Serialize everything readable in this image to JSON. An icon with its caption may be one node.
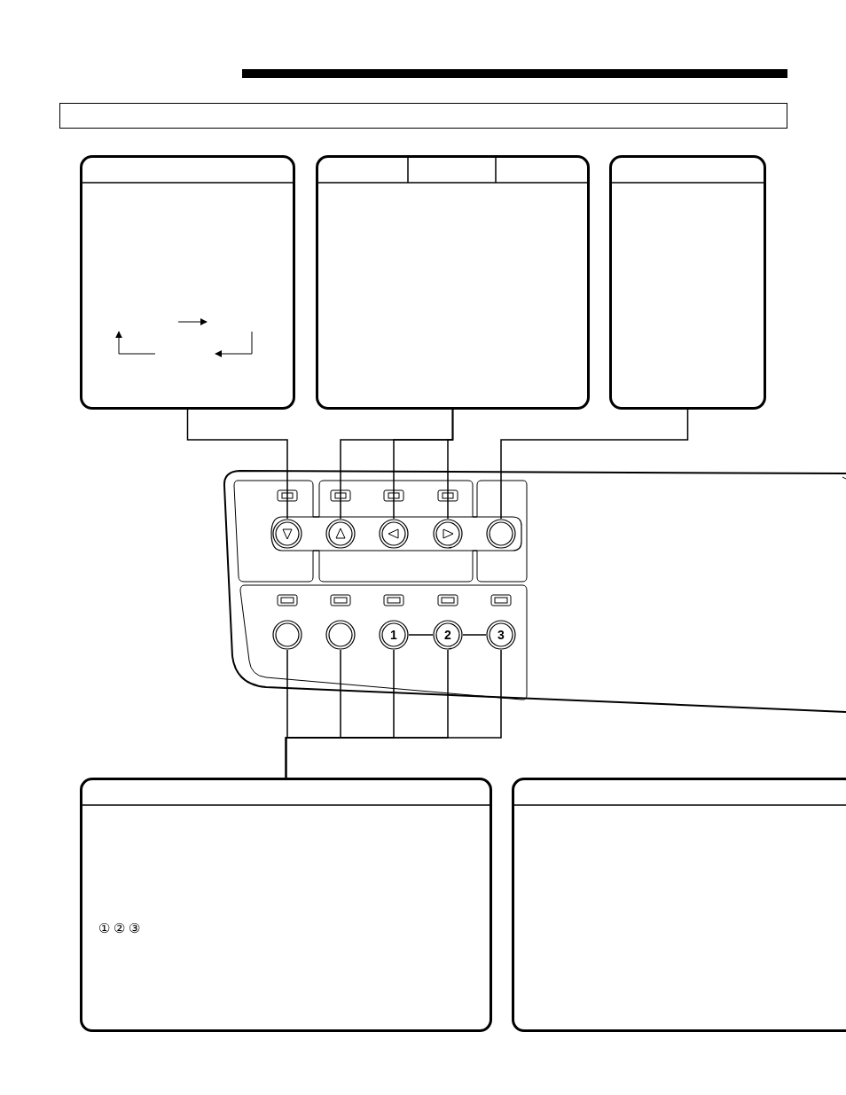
{
  "diagram": {
    "nodes": [
      {
        "text": [],
        "shape": "bar"
      },
      {
        "text": [],
        "shape": "box"
      },
      {
        "text": [],
        "shape": "box"
      },
      {
        "text": [],
        "shape": "box"
      },
      {
        "text": [
          "① ② ③"
        ]
      },
      {
        "text": [],
        "shape": "box"
      },
      {
        "text": [],
        "shape": "circle"
      },
      {
        "text": [],
        "shape": "circle"
      },
      {
        "text": [],
        "shape": "circle"
      },
      {
        "text": [],
        "shape": "circle"
      },
      {
        "text": [],
        "shape": "circle"
      },
      {
        "text": [],
        "shape": "circle"
      },
      {
        "text": [],
        "shape": "circle"
      },
      {
        "text": [
          "1"
        ]
      },
      {
        "text": [
          "2"
        ]
      },
      {
        "text": [
          "3"
        ]
      }
    ],
    "edges": [
      {
        "from": 1,
        "to": 6,
        "arrow": "none"
      },
      {
        "from": 2,
        "to": 7,
        "arrow": "none"
      },
      {
        "from": 2,
        "to": 8,
        "arrow": "none"
      },
      {
        "from": 2,
        "to": 9,
        "arrow": "none"
      },
      {
        "from": 3,
        "to": 10,
        "arrow": "none"
      },
      {
        "from": 4,
        "to": 11,
        "arrow": "none"
      },
      {
        "from": 4,
        "to": 12,
        "arrow": "none"
      },
      {
        "from": 4,
        "to": 13,
        "arrow": "none"
      },
      {
        "from": 4,
        "to": 14,
        "arrow": "none"
      },
      {
        "from": 4,
        "to": 15,
        "arrow": "none"
      },
      {
        "from": 13,
        "to": 14,
        "arrow": "none"
      },
      {
        "from": 14,
        "to": 15,
        "arrow": "none"
      }
    ]
  }
}
